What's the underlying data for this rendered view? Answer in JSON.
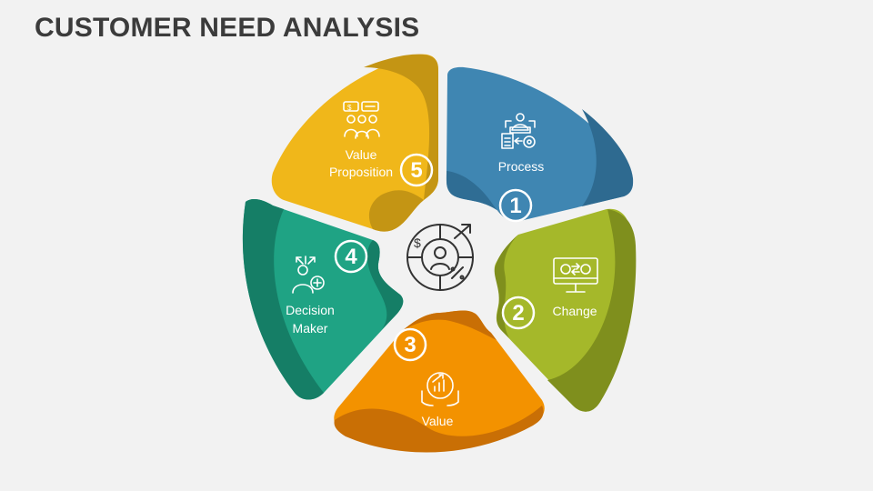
{
  "title": "CUSTOMER NEED ANALYSIS",
  "center_icon": "customer-analysis-icon",
  "segments": [
    {
      "number": "1",
      "label_line1": "Process",
      "label_line2": "",
      "icon": "process-workflow-icon",
      "color": "#3f86b2",
      "shade": "#2e6a90"
    },
    {
      "number": "2",
      "label_line1": "Change",
      "label_line2": "",
      "icon": "monitor-exchange-icon",
      "color": "#a5b82a",
      "shade": "#7f8f1d"
    },
    {
      "number": "3",
      "label_line1": "Value",
      "label_line2": "",
      "icon": "hand-growth-icon",
      "color": "#f39200",
      "shade": "#c96f05"
    },
    {
      "number": "4",
      "label_line1": "Decision",
      "label_line2": "Maker",
      "icon": "decision-person-icon",
      "color": "#1fa384",
      "shade": "#157e66"
    },
    {
      "number": "5",
      "label_line1": "Value",
      "label_line2": "Proposition",
      "icon": "team-money-icon",
      "color": "#f0b71a",
      "shade": "#c49514"
    }
  ]
}
